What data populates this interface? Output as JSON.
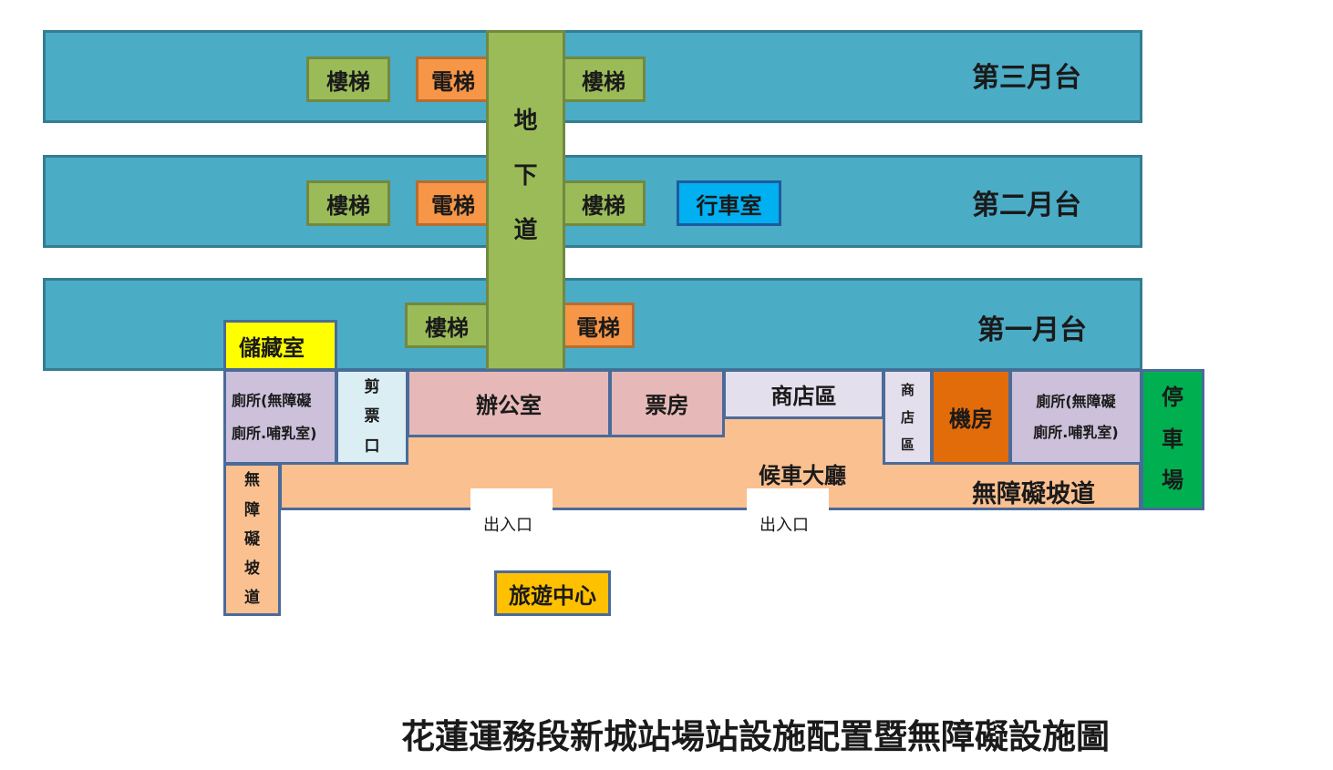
{
  "colors": {
    "platform": "#4bacc6",
    "stairs": "#9bbb59",
    "elevator": "#f79646",
    "underpass": "#9bbb59",
    "dispatch_room": "#00b0f0",
    "storage": "#ffff00",
    "restroom": "#ccc0da",
    "ticket_gate": "#dbeef4",
    "office": "#e6b9b8",
    "shop": "#e4dfec",
    "machine_room": "#e36c0a",
    "waiting_hall": "#fac090",
    "parking": "#00b050",
    "tourist_center": "#ffc000"
  },
  "platforms": {
    "p3": {
      "label": "第三月台",
      "stairs_left": "樓梯",
      "elevator": "電梯",
      "stairs_right": "樓梯"
    },
    "p2": {
      "label": "第二月台",
      "stairs_left": "樓梯",
      "elevator": "電梯",
      "stairs_right": "樓梯",
      "dispatch": "行車室"
    },
    "p1": {
      "label": "第一月台",
      "stairs": "樓梯",
      "elevator": "電梯"
    }
  },
  "underpass": [
    "地",
    "下",
    "道"
  ],
  "rooms": {
    "storage": "儲藏室",
    "restroom_left": [
      "廁所(無障礙",
      "廁所.哺乳室)"
    ],
    "ticket_gate": [
      "剪",
      "票",
      "口"
    ],
    "office": "辦公室",
    "ticket_office": "票房",
    "shop_area": "商店區",
    "shop_area_small": [
      "商",
      "店",
      "區"
    ],
    "machine_room": "機房",
    "restroom_right": [
      "廁所(無障礙",
      "廁所.哺乳室)"
    ],
    "parking": [
      "停",
      "車",
      "場"
    ],
    "waiting_hall": "候車大廳",
    "ramp_right": "無障礙坡道",
    "ramp_left": [
      "無",
      "障",
      "礙",
      "坡",
      "道"
    ],
    "entrance_1": "出入口",
    "entrance_2": "出入口",
    "tourist_center": "旅遊中心"
  },
  "title": "花蓮運務段新城站場站設施配置暨無障礙設施圖"
}
